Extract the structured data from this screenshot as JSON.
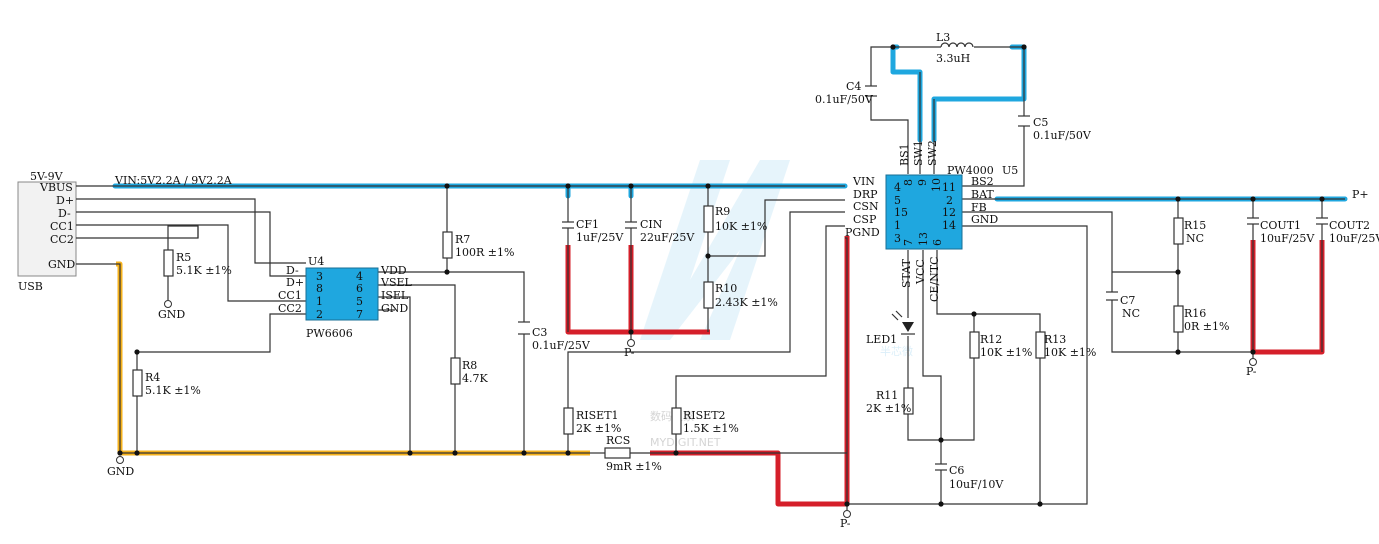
{
  "connector": {
    "ref": "USB",
    "voltage": "5V-9V",
    "pins": [
      "VBUS",
      "D+",
      "D-",
      "CC1",
      "CC2",
      "GND"
    ]
  },
  "net_vin_label": "VIN:5V2.2A / 9V2.2A",
  "gnd_label": "GND",
  "p_minus": "P-",
  "p_plus": "P+",
  "u4": {
    "ref": "U4",
    "part": "PW6606",
    "left_pins": [
      {
        "name": "D-",
        "num": "3"
      },
      {
        "name": "D+",
        "num": "8"
      },
      {
        "name": "CC1",
        "num": "1"
      },
      {
        "name": "CC2",
        "num": "2"
      }
    ],
    "right_pins": [
      {
        "name": "VDD",
        "num": "4"
      },
      {
        "name": "VSEL",
        "num": "6"
      },
      {
        "name": "ISEL",
        "num": "5"
      },
      {
        "name": "GND",
        "num": "7"
      }
    ]
  },
  "u5": {
    "ref": "U5",
    "part": "PW4000",
    "left_pins": [
      {
        "name": "VIN",
        "num": "4"
      },
      {
        "name": "DRP",
        "num": "5"
      },
      {
        "name": "CSN",
        "num": "15"
      },
      {
        "name": "CSP",
        "num": "1"
      },
      {
        "name": "PGND",
        "num": "3"
      }
    ],
    "right_pins": [
      {
        "name": "BS2",
        "num": "11"
      },
      {
        "name": "BAT",
        "num": "2"
      },
      {
        "name": "FB",
        "num": "12"
      },
      {
        "name": "GND",
        "num": "14"
      }
    ],
    "top_pins": [
      {
        "name": "BS1",
        "num": "8"
      },
      {
        "name": "SW1",
        "num": "9"
      },
      {
        "name": "SW2",
        "num": "10"
      }
    ],
    "bottom_pins": [
      {
        "name": "STAT",
        "num": "7"
      },
      {
        "name": "VCC",
        "num": "13"
      },
      {
        "name": "CE/NTC",
        "num": "6"
      }
    ]
  },
  "components": {
    "R5": {
      "ref": "R5",
      "value": "5.1K ±1%"
    },
    "R4": {
      "ref": "R4",
      "value": "5.1K ±1%"
    },
    "R7": {
      "ref": "R7",
      "value": "100R ±1%"
    },
    "R8": {
      "ref": "R8",
      "value": "4.7K"
    },
    "C3": {
      "ref": "C3",
      "value": "0.1uF/25V"
    },
    "CF1": {
      "ref": "CF1",
      "value": "1uF/25V"
    },
    "CIN": {
      "ref": "CIN",
      "value": "22uF/25V"
    },
    "R9": {
      "ref": "R9",
      "value": "10K ±1%"
    },
    "R10": {
      "ref": "R10",
      "value": "2.43K ±1%"
    },
    "RISET1": {
      "ref": "RISET1",
      "value": "2K ±1%"
    },
    "RISET2": {
      "ref": "RISET2",
      "value": "1.5K ±1%"
    },
    "RCS": {
      "ref": "RCS",
      "value": "9mR ±1%"
    },
    "L3": {
      "ref": "L3",
      "value": "3.3uH"
    },
    "C4": {
      "ref": "C4",
      "value": "0.1uF/50V"
    },
    "C5": {
      "ref": "C5",
      "value": "0.1uF/50V"
    },
    "LED1": {
      "ref": "LED1",
      "value": ""
    },
    "R11": {
      "ref": "R11",
      "value": "2K ±1%"
    },
    "R12": {
      "ref": "R12",
      "value": "10K ±1%"
    },
    "R13": {
      "ref": "R13",
      "value": "10K ±1%"
    },
    "C6": {
      "ref": "C6",
      "value": "10uF/10V"
    },
    "C7": {
      "ref": "C7",
      "value": "NC"
    },
    "R15": {
      "ref": "R15",
      "value": "NC"
    },
    "R16": {
      "ref": "R16",
      "value": "0R ±1%"
    },
    "COUT1": {
      "ref": "COUT1",
      "value": "10uF/25V"
    },
    "COUT2": {
      "ref": "COUT2",
      "value": "10uF/25V"
    }
  },
  "watermark": {
    "brand_cn": "半芯微",
    "site_cn": "数码之家",
    "site_en": "MYDIGIT.NET"
  },
  "colors": {
    "power_path": "#1fa7df",
    "gnd_path": "#f6b21c",
    "pgnd_path": "#d51f2a",
    "chip_fill": "#1fa7df"
  }
}
